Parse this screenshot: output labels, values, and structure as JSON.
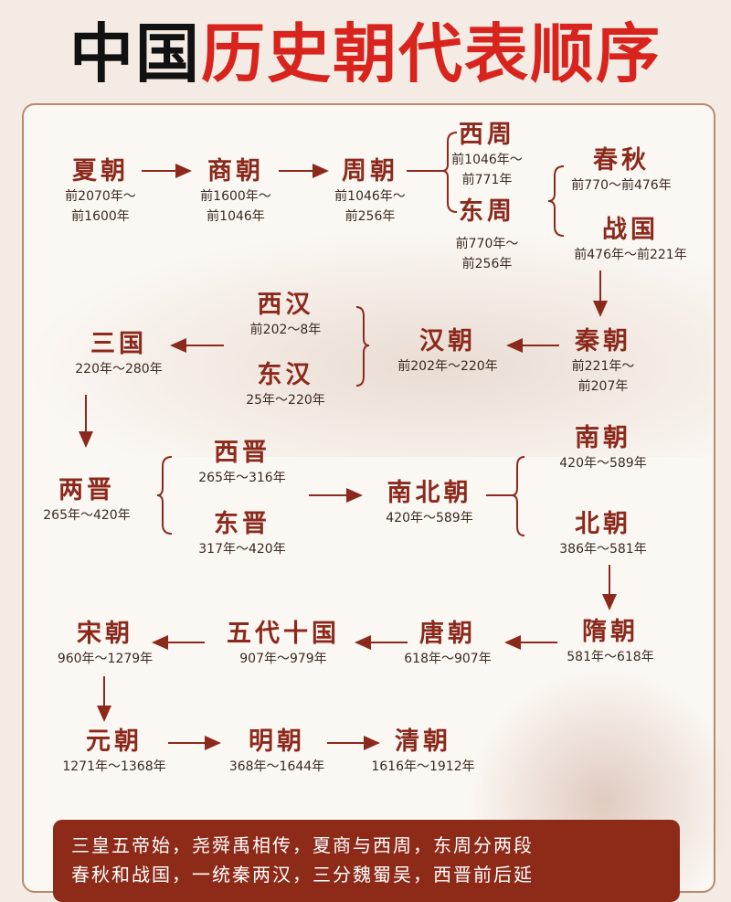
{
  "title": {
    "part1": "中国",
    "part2": "历史朝代表顺序"
  },
  "nodes": {
    "xia": {
      "name": "夏朝",
      "date1": "前2070年～",
      "date2": "前1600年"
    },
    "shang": {
      "name": "商朝",
      "date1": "前1600年～",
      "date2": "前1046年"
    },
    "zhou": {
      "name": "周朝",
      "date1": "前1046年～",
      "date2": "前256年"
    },
    "xizhou": {
      "name": "西周",
      "date1": "前1046年～",
      "date2": "前771年"
    },
    "dongzhou": {
      "name": "东周",
      "date1": "前770年～",
      "date2": "前256年"
    },
    "chunqiu": {
      "name": "春秋",
      "date1": "前770～前476年"
    },
    "zhanguo": {
      "name": "战国",
      "date1": "前476年～前221年"
    },
    "qin": {
      "name": "秦朝",
      "date1": "前221年～",
      "date2": "前207年"
    },
    "han": {
      "name": "汉朝",
      "date1": "前202年～220年"
    },
    "xihan": {
      "name": "西汉",
      "date1": "前202～8年"
    },
    "donghan": {
      "name": "东汉",
      "date1": "25年～220年"
    },
    "sanguo": {
      "name": "三国",
      "date1": "220年～280年"
    },
    "liangjin": {
      "name": "两晋",
      "date1": "265年～420年"
    },
    "xijin": {
      "name": "西晋",
      "date1": "265年～316年"
    },
    "dongjin": {
      "name": "东晋",
      "date1": "317年～420年"
    },
    "nanbeichao": {
      "name": "南北朝",
      "date1": "420年～589年"
    },
    "nanchao": {
      "name": "南朝",
      "date1": "420年～589年"
    },
    "beichao": {
      "name": "北朝",
      "date1": "386年～581年"
    },
    "sui": {
      "name": "隋朝",
      "date1": "581年～618年"
    },
    "tang": {
      "name": "唐朝",
      "date1": "618年～907年"
    },
    "wudai": {
      "name": "五代十国",
      "date1": "907年～979年"
    },
    "song": {
      "name": "宋朝",
      "date1": "960年～1279年"
    },
    "yuan": {
      "name": "元朝",
      "date1": "1271年～1368年"
    },
    "ming": {
      "name": "明朝",
      "date1": "368年～1644年"
    },
    "qing": {
      "name": "清朝",
      "date1": "1616年～1912年"
    }
  },
  "poem": {
    "line1": "三皇五帝始，尧舜禹相传，夏商与西周，东周分两段",
    "line2": "春秋和战国，一统秦两汉，三分魏蜀吴，西晋前后延"
  },
  "colors": {
    "accent": "#d8241d",
    "node": "#8b2a1c",
    "line": "#8b2a1c",
    "poem_bg": "#8e2a18"
  }
}
